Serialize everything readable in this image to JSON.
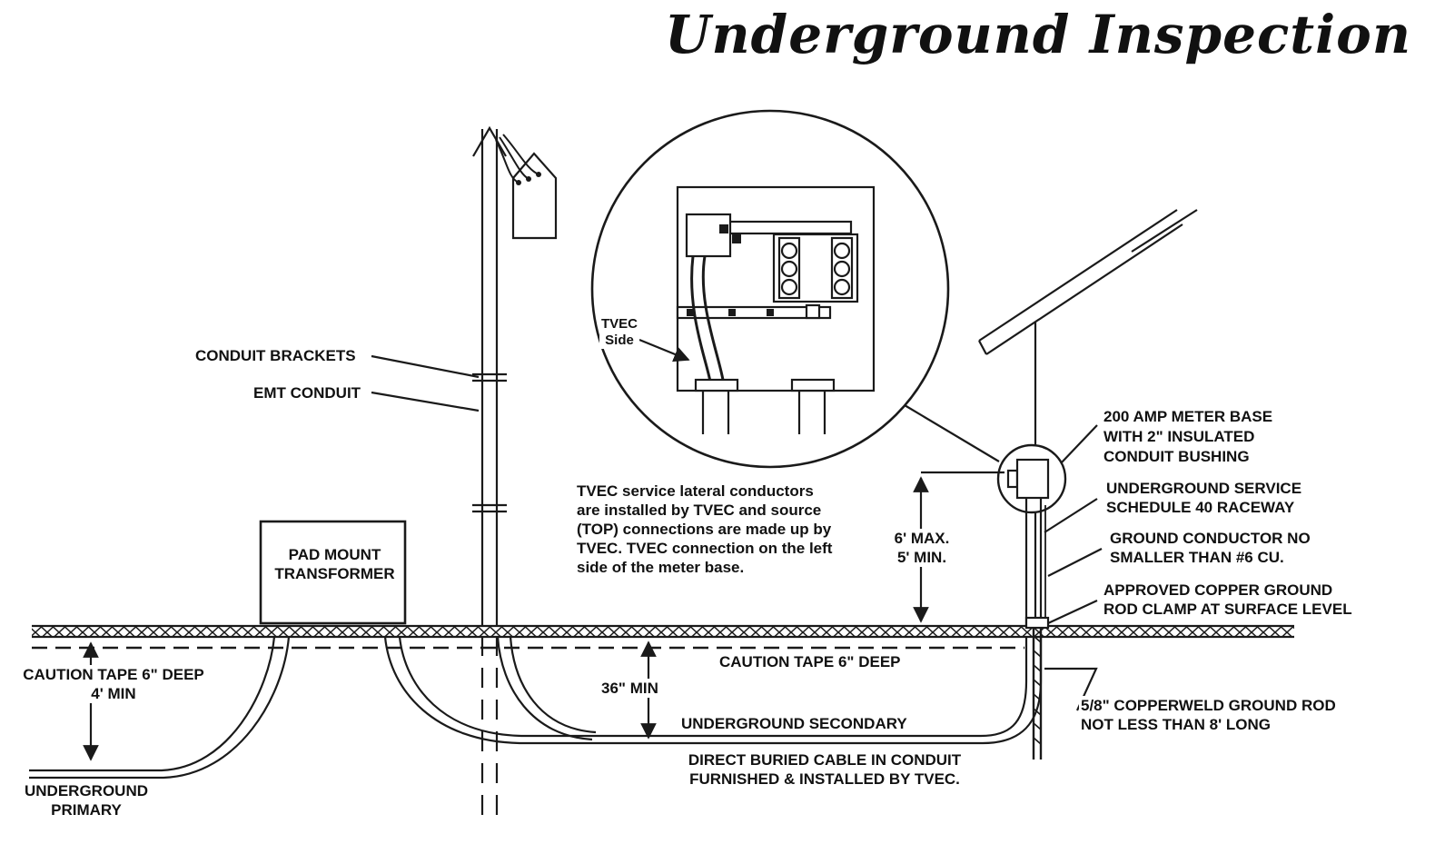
{
  "title": "Underground Inspection",
  "colors": {
    "line": "#1a1a1a",
    "background": "#ffffff"
  },
  "labels": {
    "conduit_brackets": "CONDUIT BRACKETS",
    "emt_conduit": "EMT CONDUIT",
    "tvec_side": "TVEC\nSide",
    "tvec_note": "TVEC service lateral conductors\nare installed by TVEC and source\n(TOP) connections are made up by\nTVEC. TVEC connection on the left\nside of the meter base.",
    "pad_mount_transformer": "PAD MOUNT\nTRANSFORMER",
    "meter_base": "200 AMP METER BASE\nWITH 2\" INSULATED\nCONDUIT BUSHING",
    "underground_service": "UNDERGROUND SERVICE\nSCHEDULE 40 RACEWAY",
    "ground_conductor": "GROUND CONDUCTOR NO\nSMALLER THAN #6 CU.",
    "ground_rod_clamp": "APPROVED COPPER GROUND\nROD CLAMP AT SURFACE LEVEL",
    "height_dimension": "6' MAX.\n5' MIN.",
    "caution_tape_left": "CAUTION TAPE 6\" DEEP\n4' MIN",
    "caution_tape_center": "CAUTION TAPE 6\" DEEP",
    "depth_36": "36\" MIN",
    "underground_secondary": "UNDERGROUND SECONDARY",
    "direct_buried": "DIRECT BURIED CABLE IN CONDUIT\nFURNISHED & INSTALLED BY TVEC.",
    "ground_rod": "5/8\" COPPERWELD GROUND ROD\nNOT LESS THAN 8' LONG",
    "underground_primary": "UNDERGROUND\nPRIMARY"
  }
}
